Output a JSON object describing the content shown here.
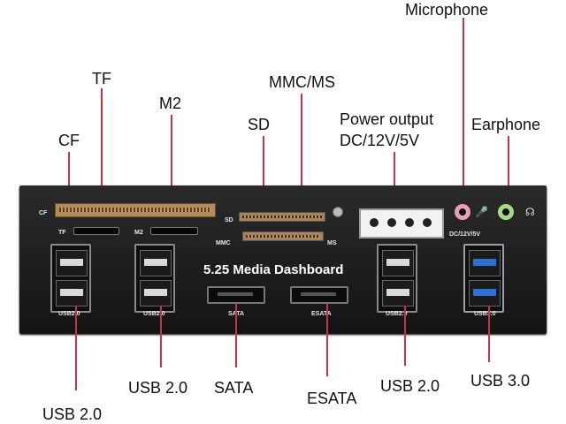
{
  "callouts": {
    "microphone": "Microphone",
    "tf": "TF",
    "m2": "M2",
    "mmc_ms": "MMC/MS",
    "power_output_line1": "Power output",
    "power_output_line2": "DC/12V/5V",
    "sd": "SD",
    "earphone": "Earphone",
    "cf": "CF",
    "usb20_a": "USB 2.0",
    "usb20_b": "USB 2.0",
    "sata": "SATA",
    "esata": "ESATA",
    "usb20_c": "USB 2.0",
    "usb30": "USB 3.0"
  },
  "panel": {
    "title": "5.25 Media Dashboard",
    "labels": {
      "cf": "CF",
      "tf": "TF",
      "m2": "M2",
      "sd": "SD",
      "mmc": "MMC",
      "ms": "MS",
      "dc": "DC/12V/5V",
      "usb_left1": "USB2.0",
      "usb_left2": "USB2.0",
      "sata": "SATA",
      "esata": "ESATA",
      "usb_right": "USB2.0",
      "usb3": "USB3.0"
    }
  },
  "colors": {
    "leader_line": "#c8324a",
    "mic_jack": "#e8a0b4",
    "earphone_jack": "#a8d88a",
    "usb3_tongue": "#2f6fd6"
  },
  "icons": {
    "mic": "microphone-icon",
    "headphone": "headphone-icon"
  }
}
